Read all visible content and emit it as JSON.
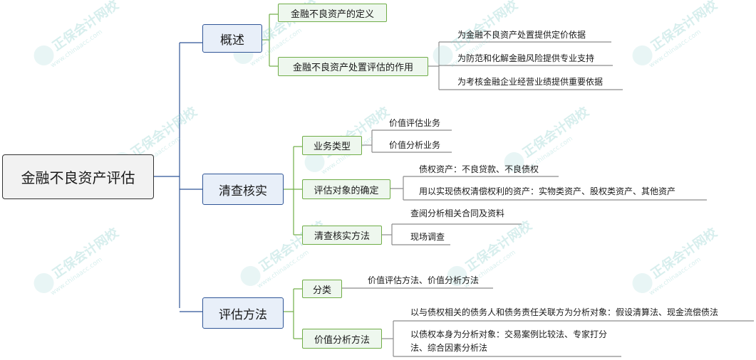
{
  "root": "金融不良资产评估",
  "overview": {
    "label": "概述",
    "definition": "金融不良资产的定义",
    "role": {
      "label": "金融不良资产处置评估的作用",
      "items": [
        "为金融不良资产处置提供定价依据",
        "为防范和化解金融风险提供专业支持",
        "为考核金融企业经营业绩提供重要依据"
      ]
    }
  },
  "verification": {
    "label": "清查核实",
    "business_types": {
      "label": "业务类型",
      "items": [
        "价值评估业务",
        "价值分析业务"
      ]
    },
    "object": {
      "label": "评估对象的确定",
      "items": [
        "债权资产：不良贷款、不良债权",
        "用以实现债权清偿权利的资产：实物类资产、股权类资产、其他资产"
      ]
    },
    "method": {
      "label": "清查核实方法",
      "items": [
        "查阅分析相关合同及资料",
        "现场调查"
      ]
    }
  },
  "methods": {
    "label": "评估方法",
    "classification": {
      "label": "分类",
      "items": [
        "价值评估方法、价值分析方法"
      ]
    },
    "analysis": {
      "label": "价值分析方法",
      "items": [
        "以与债权相关的债务人和债务责任关联方为分析对象：假设清算法、现金流偿债法",
        "以债权本身为分析对象：交易案例比较法、专家打分法、综合因素分析法"
      ]
    }
  },
  "watermark": {
    "brand": "正保会计网校",
    "url": "www.chinaacc.com"
  }
}
